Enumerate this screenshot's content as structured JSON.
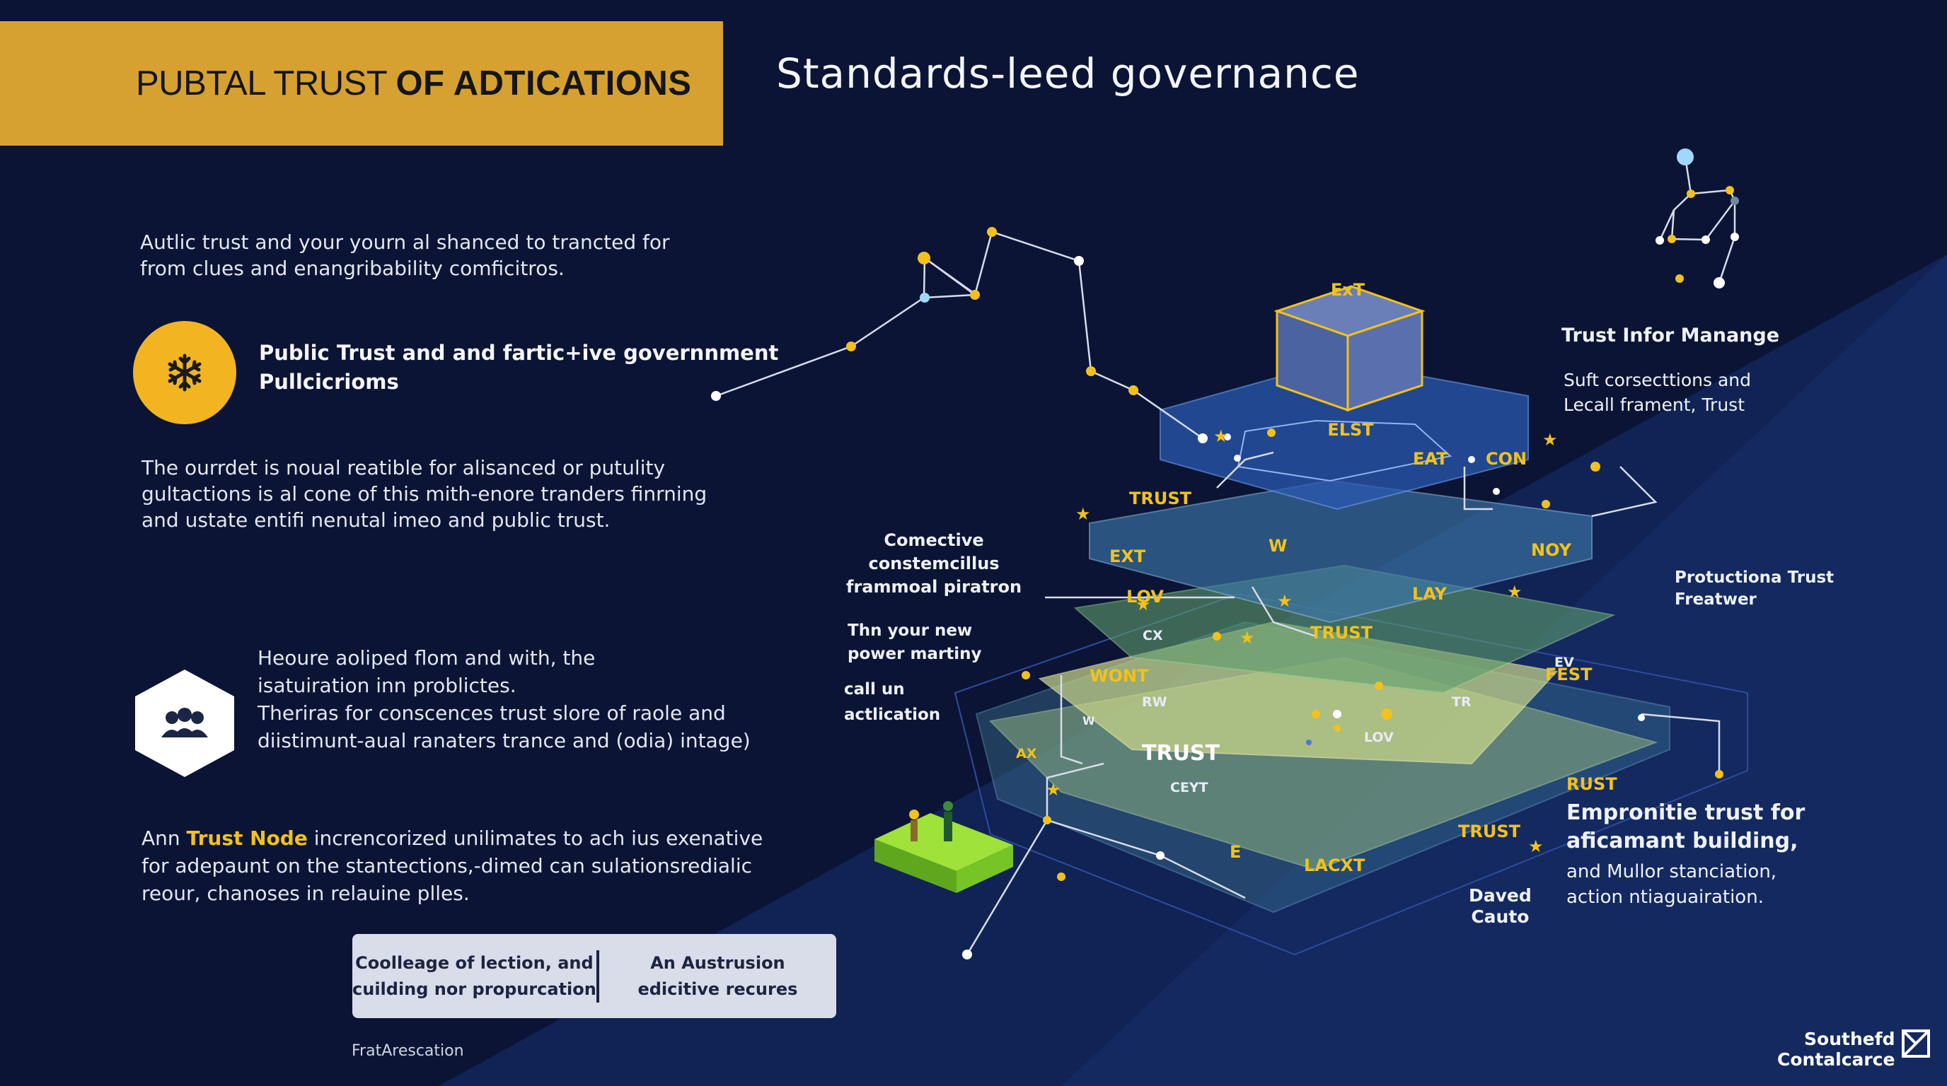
{
  "header": {
    "banner_title_regular": "PUBTAL TRUST ",
    "banner_title_bold": "OF ADTICATIONS",
    "subtitle": "Standards-leed governance"
  },
  "left": {
    "intro_lines": [
      "Autlic trust and your yourn al shanced to trancted for",
      "from clues and enangribability comficitros."
    ],
    "feature1_lines": [
      "Public Trust and and fartic+ive governnment",
      "Pullcicrioms"
    ],
    "para2_lines": [
      "The ourrdet is noual reatible for alisanced or putulity",
      "gultactions is al cone of this mith-enore tranders finrning",
      "and ustate entifi nenutal imeo and public trust."
    ],
    "feature2_lines": [
      "Heoure aoliped flom and with, the",
      "isatuiration inn problictes.",
      "Theriras for conscences trust slore of raole and",
      "diistimunt-aual ranaters trance and (odia) intage)"
    ],
    "para3_prefix": "Ann ",
    "para3_highlight": "Trust Node",
    "para3_rest": " increncorized unilimates to ach ius exenative",
    "para3_lines": [
      "for adepaunt on the stantections,-dimed can sulationsredialic",
      "reour, chanoses in relauine plles."
    ],
    "box_left_lines": [
      "Coolleage of lection, and",
      "cuilding nor propurcation"
    ],
    "box_right_lines": [
      "An Austrusion",
      "edicitive recures"
    ],
    "footer": "FratArescation"
  },
  "icons": {
    "circle_icon": "snowflake-icon",
    "hex_icon": "people-group-icon",
    "logo_icon": "envelope-icon"
  },
  "center_labels": {
    "connective_lines": [
      "Comective",
      "constemcillus",
      "frammoal piratron"
    ],
    "power_lines": [
      "Thn your new",
      "power martiny"
    ],
    "call_lines": [
      "call un",
      "actlication"
    ]
  },
  "diagram": {
    "layer_labels_yellow": [
      "ExT",
      "ELST",
      "EAT",
      "CON",
      "TRUST",
      "EXT",
      "LOV",
      "NOY",
      "LAY",
      "TRUST",
      "WONT",
      "FEST",
      "RUST",
      "TRUST",
      "LACXT",
      "E",
      "W",
      "AX"
    ],
    "layer_labels_white": [
      "CX",
      "RW",
      "TR",
      "EV",
      "LOV",
      "CEYT",
      "W"
    ],
    "big_label": "TRUST"
  },
  "right": {
    "manage_title": "Trust Infor Manange",
    "manage_lines": [
      "Suft corsecttions and",
      "Lecall frament, Trust"
    ],
    "protection_lines": [
      "Protuctiona Trust",
      "Freatwer"
    ],
    "empower_title_lines": [
      "Empronitie trust for",
      "aficamant building,"
    ],
    "empower_lines": [
      "and Mullor stanciation,",
      "action ntiaguairation."
    ],
    "daved_lines": [
      "Daved",
      "Cauto"
    ]
  },
  "logo": {
    "lines": [
      "Southefd",
      "Contalcarce"
    ]
  },
  "colors": {
    "background": "#0b1434",
    "banner": "#d6a130",
    "accent_yellow": "#f2c21b",
    "green": "#7ed321"
  }
}
